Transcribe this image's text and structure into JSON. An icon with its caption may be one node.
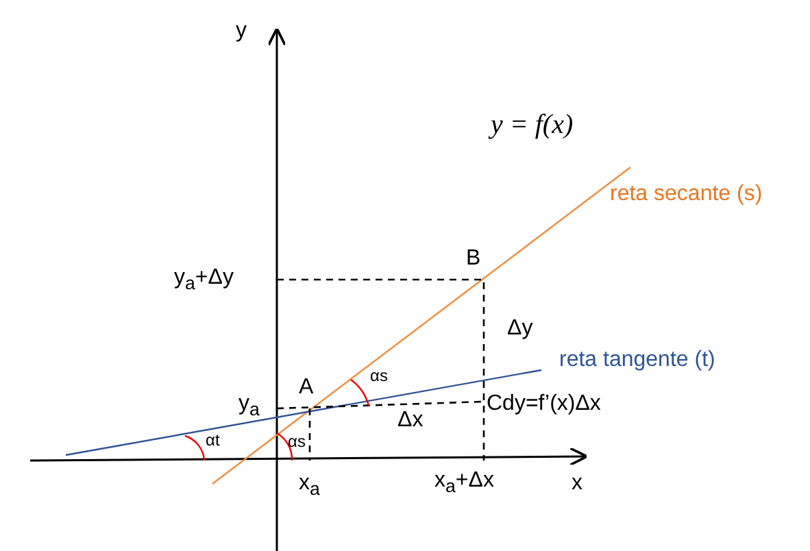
{
  "diagram": {
    "labels": [
      "y",
      "y = f(x)",
      "reta secante (s)",
      "B",
      "y$_{a}$+Δy",
      "Δy",
      "reta tangente (t)",
      "y$_{a}$",
      "A",
      "αs",
      "Cdy=f’(x)Δx",
      "Δx",
      "αt",
      "αs",
      "x$_{a}$",
      "x$_{a}$+Δx",
      "x"
    ]
  }
}
